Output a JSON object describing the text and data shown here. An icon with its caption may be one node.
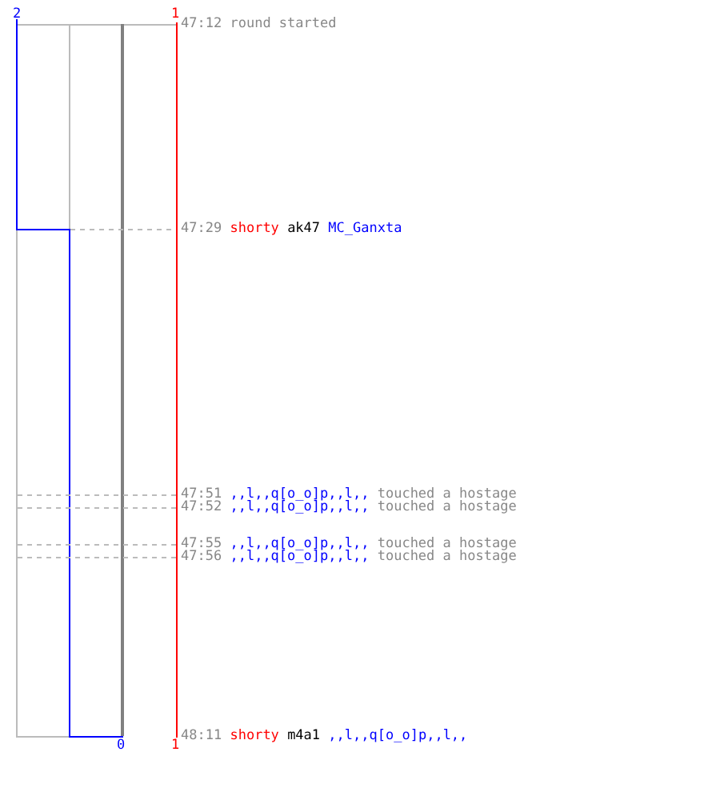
{
  "diagram": {
    "labels": [
      "2",
      "1",
      "47:12",
      "round started",
      "47:29",
      "shorty",
      "ak47",
      "MC_Ganxta",
      "47:51",
      ",,l,,q[o_o]p,,l,,",
      "touched a hostage",
      "47:52",
      ",,l,,q[o_o]p,,l,,",
      "touched a hostage",
      "47:55",
      ",,l,,q[o_o]p,,l,,",
      "touched a hostage",
      "47:56",
      ",,l,,q[o_o]p,,l,,",
      "touched a hostage",
      "0",
      "1",
      "48:11",
      "shorty",
      "m4a1",
      ",,l,,q[o_o]p,,l,,"
    ]
  }
}
